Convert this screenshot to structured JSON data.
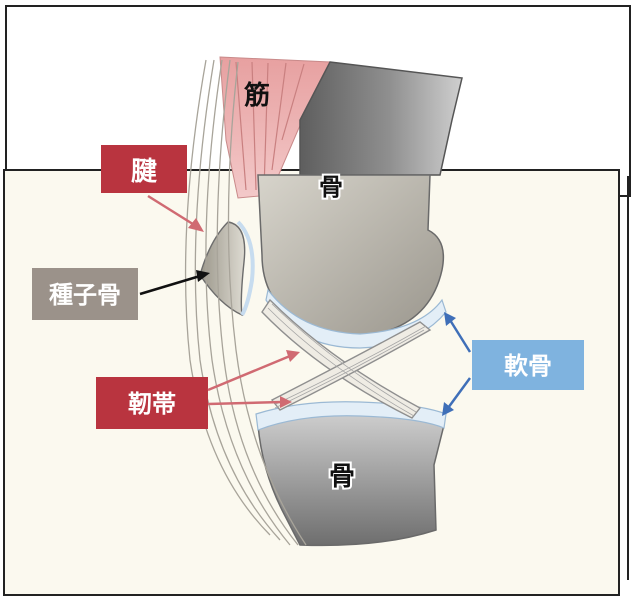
{
  "labels": {
    "muscle": "筋",
    "tendon": "腱",
    "bone_upper": "骨",
    "sesamoid": "種子骨",
    "ligament": "靭帯",
    "cartilage": "軟骨",
    "bone_lower": "骨"
  },
  "colors": {
    "tendon_label": "#b9343f",
    "ligament_label": "#b9343f",
    "sesamoid_label": "#9b928a",
    "cartilage_label": "#7fb3df",
    "muscle": "#e9a3a3",
    "panel": "#fbf9ef"
  }
}
